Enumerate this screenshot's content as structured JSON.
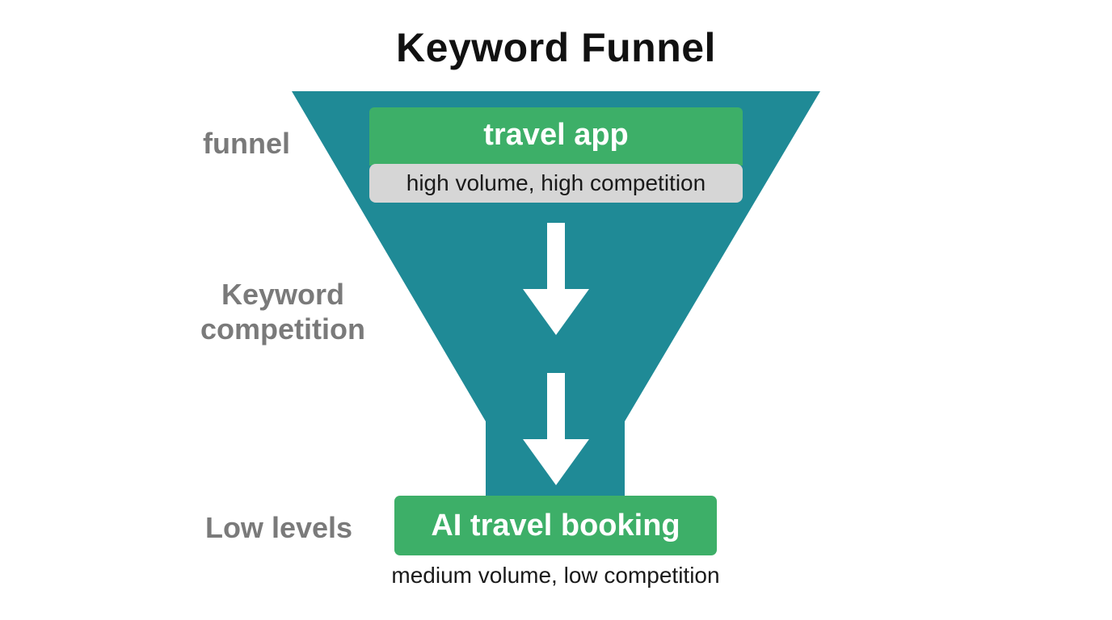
{
  "title": "Keyword Funnel",
  "side_labels": {
    "top": "funnel",
    "middle_line1": "Keyword",
    "middle_line2": "competition",
    "bottom": "Low levels"
  },
  "keywords": {
    "top": {
      "label": "travel app",
      "meta": "high volume, high competition"
    },
    "bottom": {
      "label": "AI travel booking",
      "meta": "medium volume, low competition"
    }
  },
  "colors": {
    "funnel": "#1f8a96",
    "keyword_box": "#3daf68",
    "meta_box": "#d6d6d6",
    "side_label": "#7a7a7a",
    "arrow": "#ffffff"
  }
}
